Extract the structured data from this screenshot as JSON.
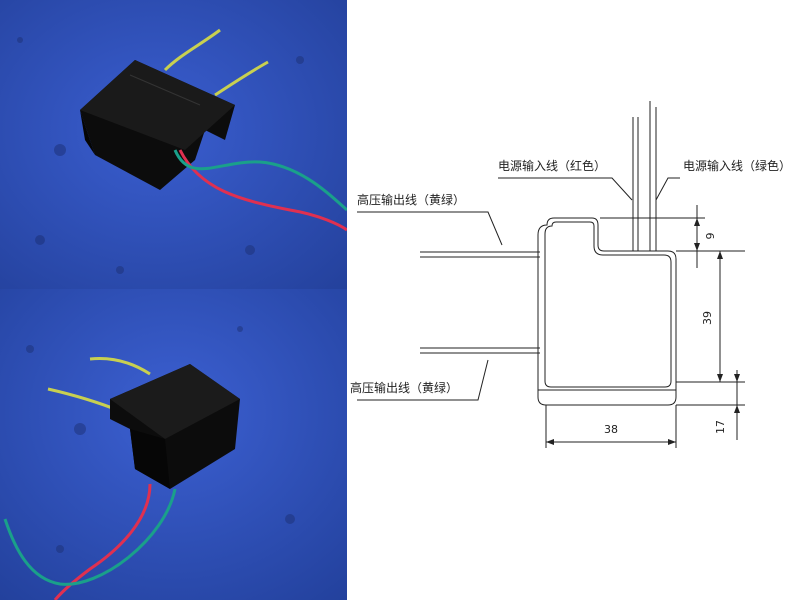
{
  "drawing": {
    "labels": {
      "power_red": "电源输入线（红色）",
      "power_green": "电源输入线（绿色）",
      "hv_top": "高压输出线（黄绿）",
      "hv_bottom": "高压输出线（黄绿）"
    },
    "dimensions": {
      "notch_depth": "9",
      "body_height": "39",
      "body_width": "38",
      "base_height": "17"
    }
  },
  "photos": {
    "background_color": "#2f4fb0",
    "module_color": "#111111",
    "wire_colors": [
      "#e03050",
      "#1aa08a",
      "#d8d84a"
    ]
  }
}
